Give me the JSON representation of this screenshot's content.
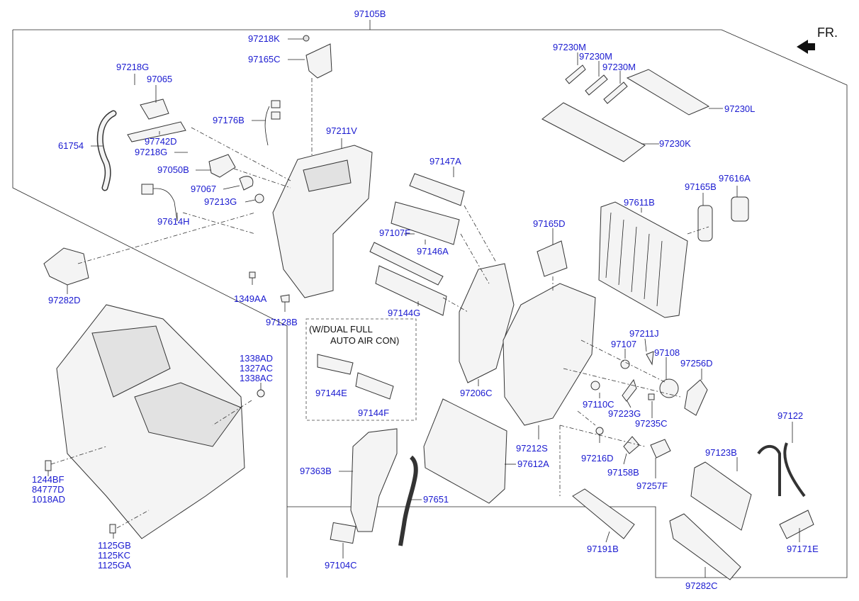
{
  "title_label": "97105B",
  "direction_label": "FR.",
  "note": {
    "line1": "(W/DUAL FULL",
    "line2": "AUTO AIR CON)"
  },
  "labels": {
    "l97218K": "97218K",
    "l97165C": "97165C",
    "l97218G_a": "97218G",
    "l97065": "97065",
    "l97176B": "97176B",
    "l61754": "61754",
    "l97742D": "97742D",
    "l97218G_b": "97218G",
    "l97211V": "97211V",
    "l97050B": "97050B",
    "l97067": "97067",
    "l97213G": "97213G",
    "l97614H": "97614H",
    "l97282D": "97282D",
    "l1349AA": "1349AA",
    "l97128B": "97128B",
    "l97147A": "97147A",
    "l97107F": "97107F",
    "l97146A": "97146A",
    "l97144G": "97144G",
    "l97144E": "97144E",
    "l97144F": "97144F",
    "l97206C": "97206C",
    "l97230M_a": "97230M",
    "l97230M_b": "97230M",
    "l97230M_c": "97230M",
    "l97230L": "97230L",
    "l97230K": "97230K",
    "l97165B": "97165B",
    "l97616A": "97616A",
    "l97611B": "97611B",
    "l97165D": "97165D",
    "l97211J": "97211J",
    "l97107": "97107",
    "l97108": "97108",
    "l97256D": "97256D",
    "l97110C": "97110C",
    "l97223G": "97223G",
    "l97235C": "97235C",
    "l97212S": "97212S",
    "l97612A": "97612A",
    "l97216D": "97216D",
    "l97158B": "97158B",
    "l97257F": "97257F",
    "l97122": "97122",
    "l97123B": "97123B",
    "l97171E": "97171E",
    "l97191B": "97191B",
    "l97282C": "97282C",
    "l97363B": "97363B",
    "l97651": "97651",
    "l97104C": "97104C",
    "l1338AD": "1338AD",
    "l1327AC": "1327AC",
    "l1338AC": "1338AC",
    "l1244BF": "1244BF",
    "l84777D": "84777D",
    "l1018AD": "1018AD",
    "l1125GB": "1125GB",
    "l1125KC": "1125KC",
    "l1125GA": "1125GA"
  }
}
